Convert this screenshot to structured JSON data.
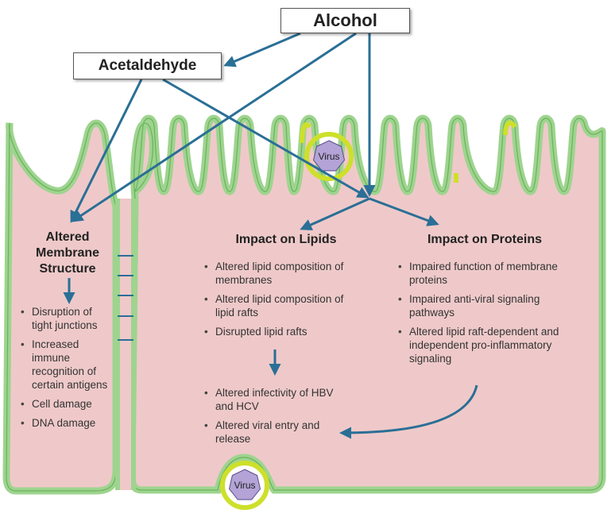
{
  "boxes": {
    "alcohol": "Alcohol",
    "acetaldehyde": "Acetaldehyde"
  },
  "virus_label": "Virus",
  "membrane": {
    "heading_lines": [
      "Altered",
      "Membrane",
      "Structure"
    ],
    "items": [
      "Disruption of tight junctions",
      "Increased immune recognition of certain antigens",
      "Cell damage",
      "DNA damage"
    ]
  },
  "lipids": {
    "heading": "Impact on Lipids",
    "items": [
      "Altered lipid composition of membranes",
      "Altered lipid composition of lipid rafts",
      "Disrupted lipid rafts"
    ],
    "outcomes": [
      "Altered infectivity of HBV and HCV",
      "Altered viral entry and release"
    ]
  },
  "proteins": {
    "heading": "Impact on Proteins",
    "items": [
      "Impaired function of membrane proteins",
      "Impaired anti-viral signaling pathways",
      "Altered lipid raft-dependent and independent pro-inflammatory signaling"
    ]
  },
  "colors": {
    "cell_fill": "#efc9c9",
    "membrane": "#9ed48f",
    "membrane_edge": "#6bb25c",
    "lipid_raft": "#cde02a",
    "arrow": "#2a6f96",
    "virus": "#b3a3d6"
  }
}
